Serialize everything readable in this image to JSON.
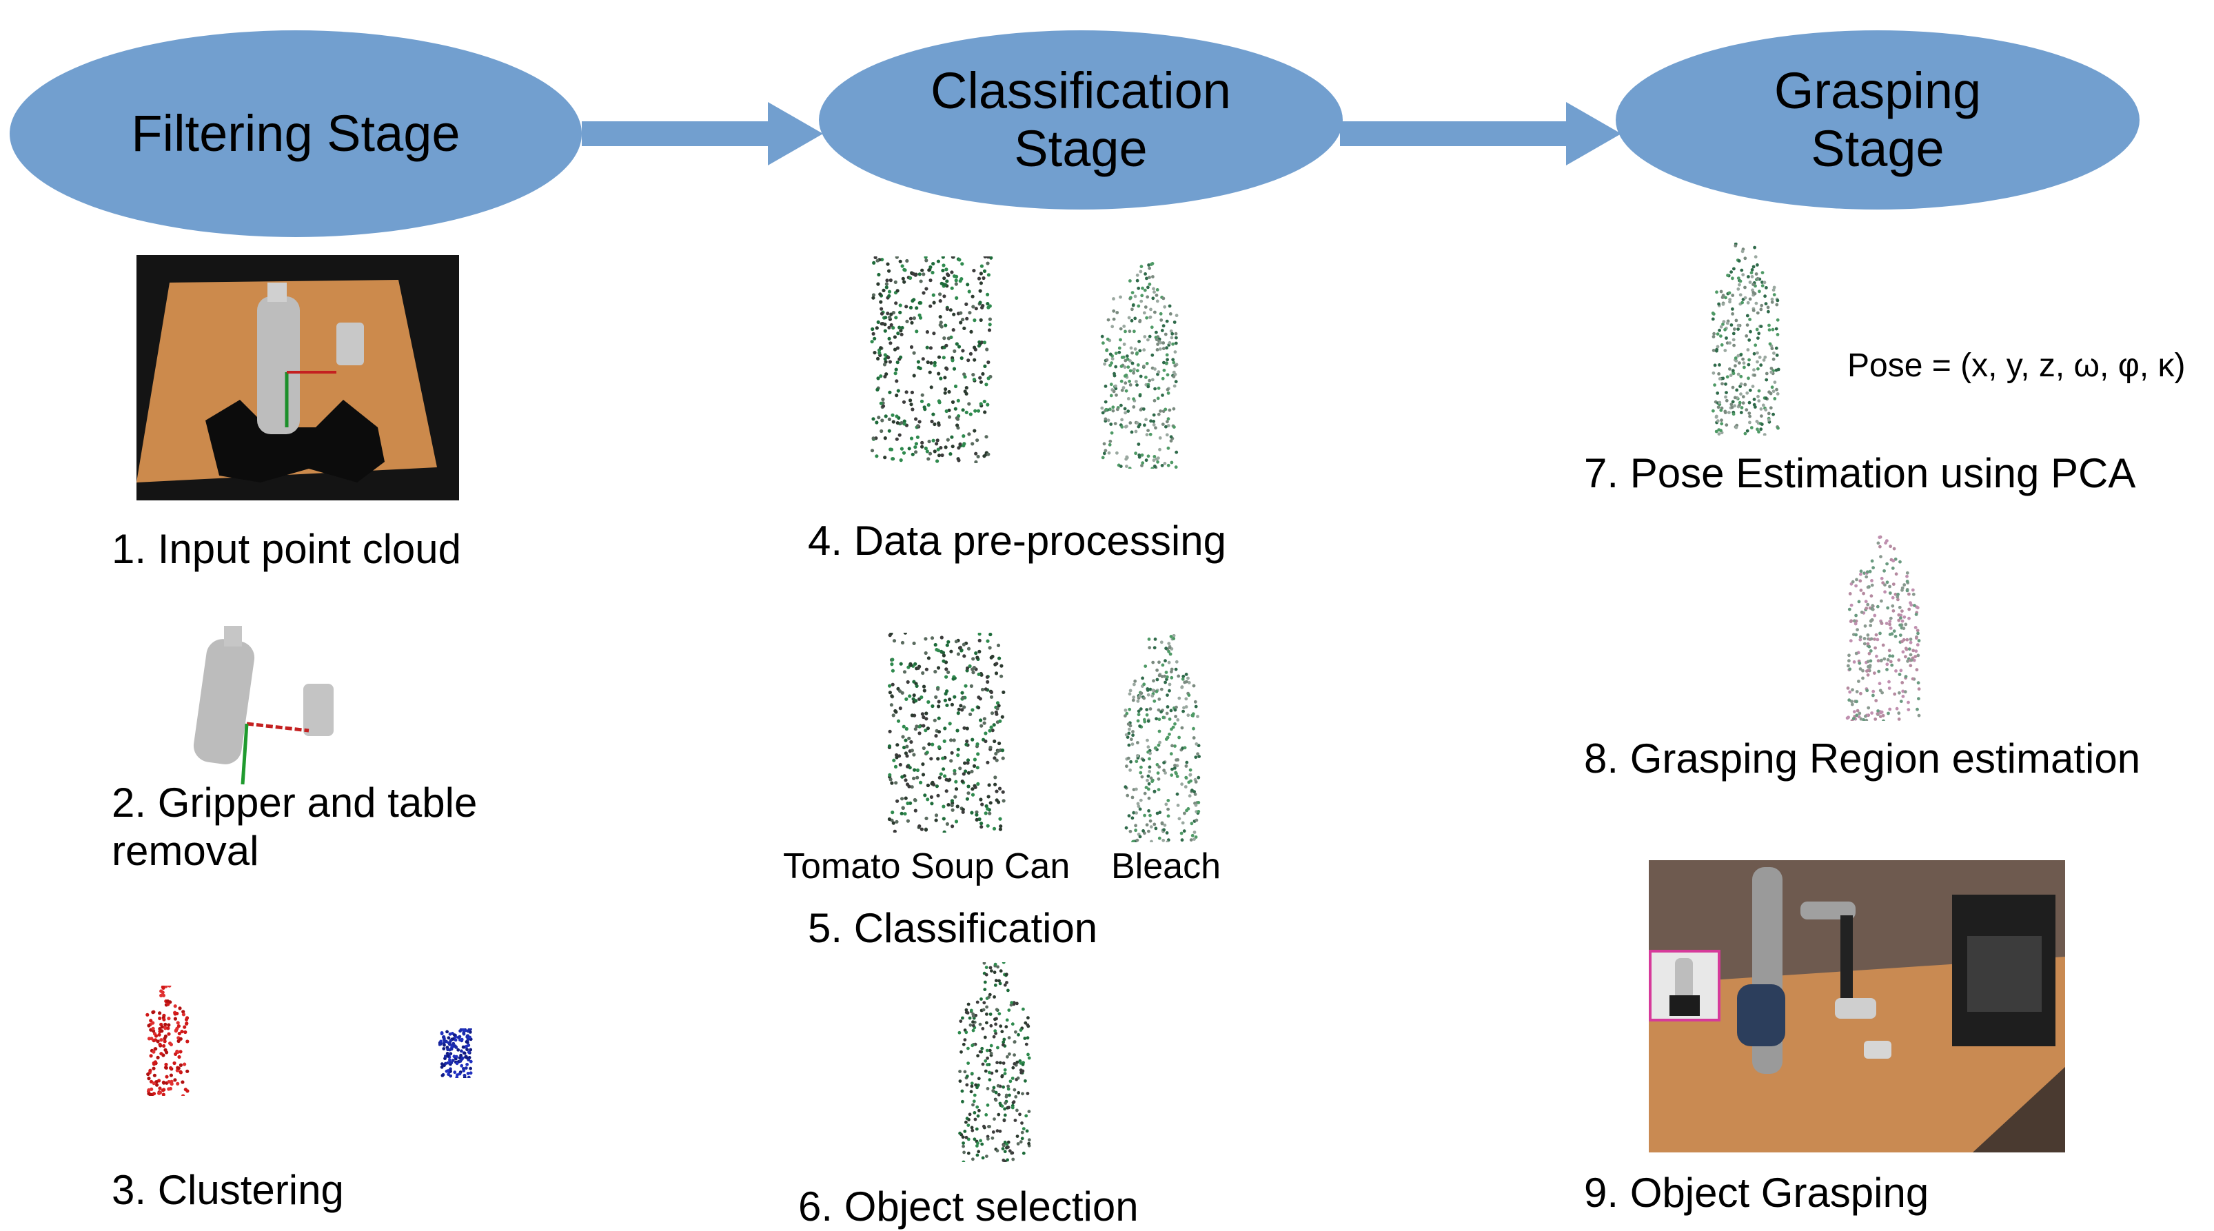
{
  "stages": {
    "filtering": "Filtering Stage",
    "classification": "Classification\nStage",
    "grasping": "Grasping\nStage"
  },
  "steps": {
    "s1": "1. Input point cloud",
    "s2": "2. Gripper and table\nremoval",
    "s3": "3. Clustering",
    "s4": "4. Data pre-processing",
    "s5": "5. Classification",
    "s6": "6. Object selection",
    "s7": "7. Pose Estimation using PCA",
    "s8": "8. Grasping Region estimation",
    "s9": "9. Object Grasping"
  },
  "class_labels": {
    "left": "Tomato Soup Can",
    "right": "Bleach"
  },
  "pose_formula": "Pose = (x, y, z, ω, φ, κ)",
  "colors": {
    "stage_fill": "#729fcf",
    "arrow_fill": "#729fcf"
  }
}
